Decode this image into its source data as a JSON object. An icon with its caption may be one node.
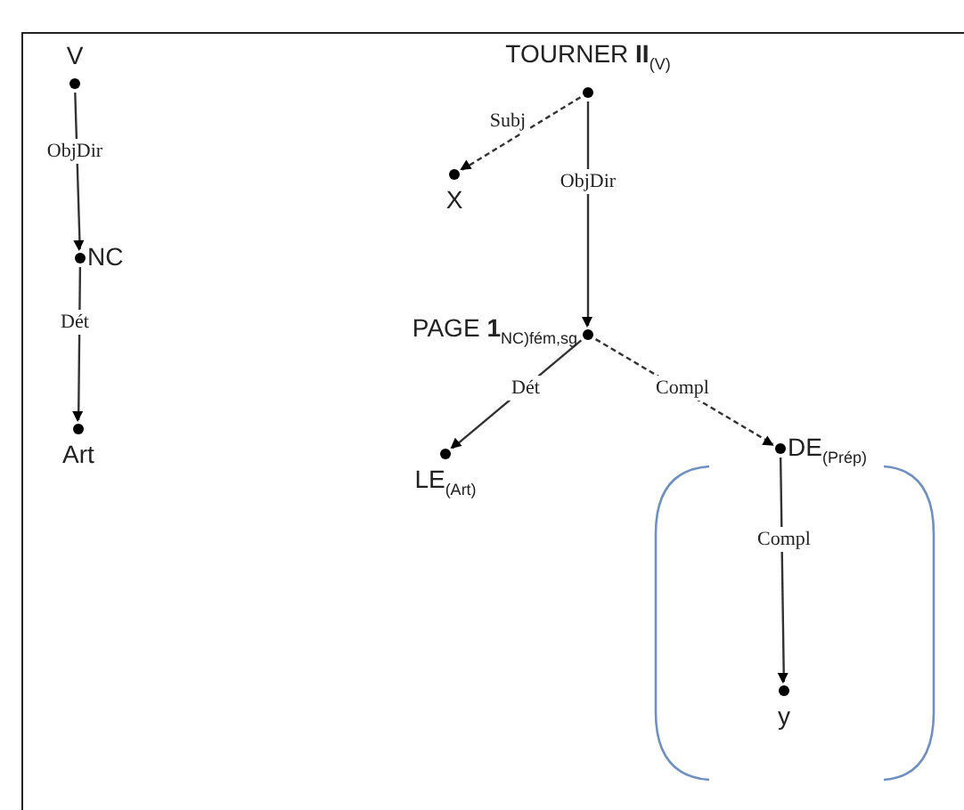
{
  "diagram": {
    "nodes": [
      {
        "text": [
          "V"
        ]
      },
      {
        "text": [
          "NC"
        ]
      },
      {
        "text": [
          "Art"
        ]
      },
      {
        "text": [
          "TOURNER **II**$_{(V)}$"
        ]
      },
      {
        "text": [
          "X"
        ]
      },
      {
        "text": [
          "PAGE **1**$_{NC)fém,sg}$"
        ]
      },
      {
        "text": [
          "LE$_{(Art)}$"
        ]
      },
      {
        "text": [
          "DE$_{(Prép)}$"
        ]
      },
      {
        "text": [
          "y"
        ]
      }
    ],
    "edges": [
      {
        "from": 0,
        "to": 1,
        "arrow": "to",
        "label": "ObjDir"
      },
      {
        "from": 1,
        "to": 2,
        "arrow": "to",
        "label": "Dét"
      },
      {
        "from": 3,
        "to": 4,
        "arrow": "to",
        "label": "Subj",
        "style": "dashed"
      },
      {
        "from": 3,
        "to": 5,
        "arrow": "to",
        "label": "ObjDir"
      },
      {
        "from": 5,
        "to": 6,
        "arrow": "to",
        "label": "Dét"
      },
      {
        "from": 5,
        "to": 7,
        "arrow": "to",
        "label": "Compl",
        "style": "dashed"
      },
      {
        "from": 7,
        "to": 8,
        "arrow": "to",
        "label": "Compl"
      }
    ]
  }
}
